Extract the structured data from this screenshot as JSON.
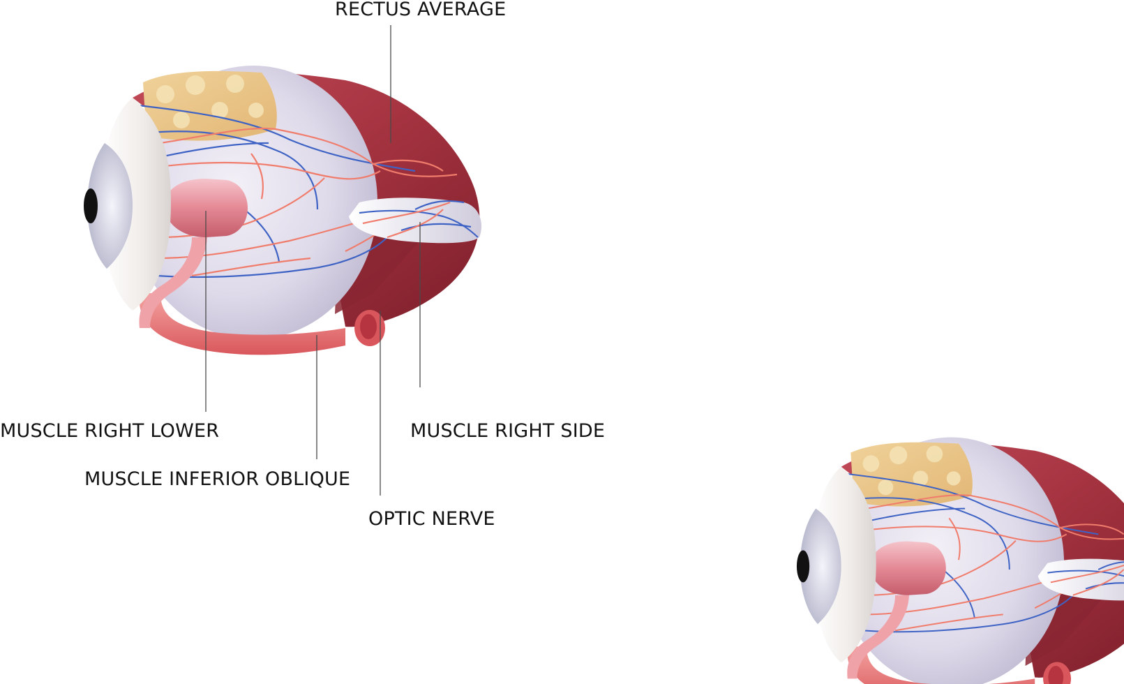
{
  "labels": {
    "rectus_average": "RECTUS AVERAGE",
    "muscle_right_lower": "MUSCLE RIGHT LOWER",
    "muscle_right_side": "MUSCLE RIGHT SIDE",
    "muscle_inferior_oblique": "MUSCLE INFERIOR OBLIQUE",
    "optic_nerve": "OPTIC NERVE"
  },
  "colors": {
    "background": "#ffffff",
    "muscle": "#9c2f3c",
    "sclera": "#dcd6e6",
    "cornea": "#f1eeec",
    "fat": "#eccb90",
    "artery": "#f07c6c",
    "vein": "#3e63c4",
    "pink_muscle": "#e89aa4",
    "nerve": "#e6e4ee",
    "text": "#111111"
  }
}
